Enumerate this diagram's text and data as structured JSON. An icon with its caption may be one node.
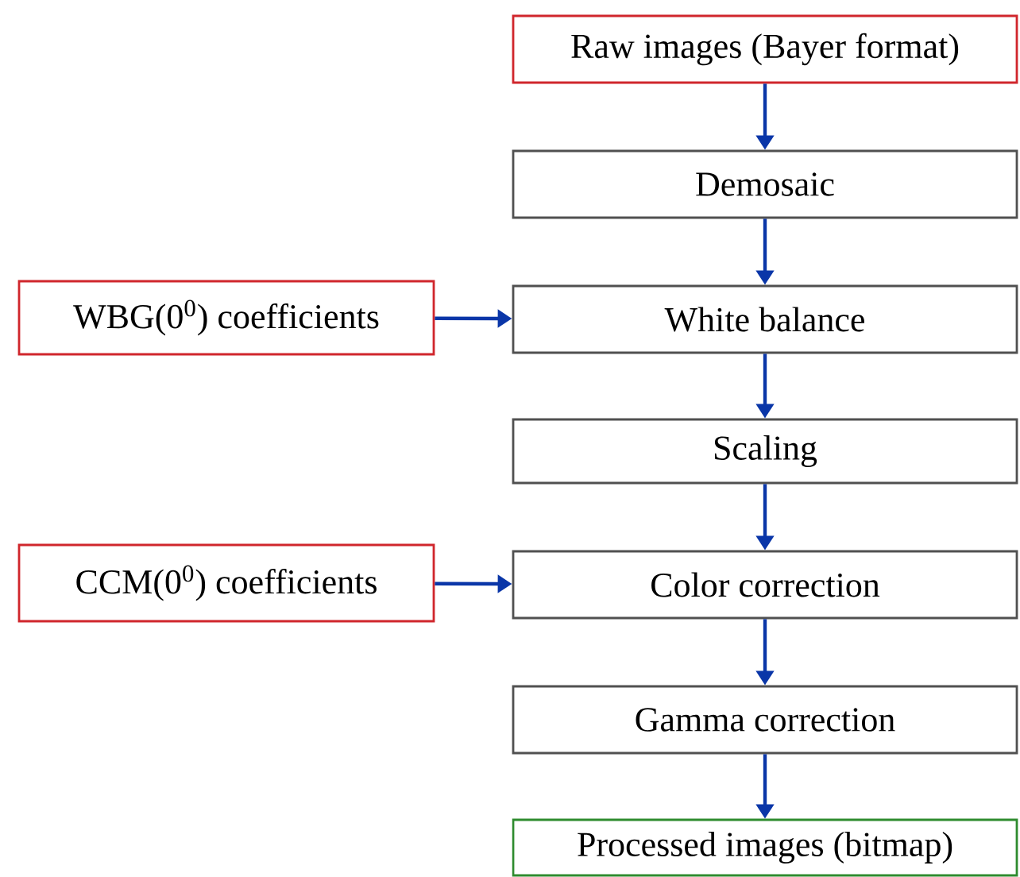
{
  "diagram": {
    "nodes": [
      {
        "text": [
          "Raw images (Bayer format)"
        ]
      },
      {
        "text": [
          "Demosaic"
        ]
      },
      {
        "text": [
          "WBG(0$^{0}$) coefficients"
        ]
      },
      {
        "text": [
          "White balance"
        ]
      },
      {
        "text": [
          "Scaling"
        ]
      },
      {
        "text": [
          "CCM(0$^{0}$) coefficients"
        ]
      },
      {
        "text": [
          "Color correction"
        ]
      },
      {
        "text": [
          "Gamma correction"
        ]
      },
      {
        "text": [
          "Processed images (bitmap)"
        ]
      }
    ],
    "edges": [
      {
        "from": 0,
        "to": 1,
        "arrow": "to"
      },
      {
        "from": 1,
        "to": 3,
        "arrow": "to"
      },
      {
        "from": 2,
        "to": 3,
        "arrow": "to"
      },
      {
        "from": 3,
        "to": 4,
        "arrow": "to"
      },
      {
        "from": 4,
        "to": 6,
        "arrow": "to"
      },
      {
        "from": 5,
        "to": 6,
        "arrow": "to"
      },
      {
        "from": 6,
        "to": 7,
        "arrow": "to"
      },
      {
        "from": 7,
        "to": 8,
        "arrow": "to"
      }
    ]
  }
}
